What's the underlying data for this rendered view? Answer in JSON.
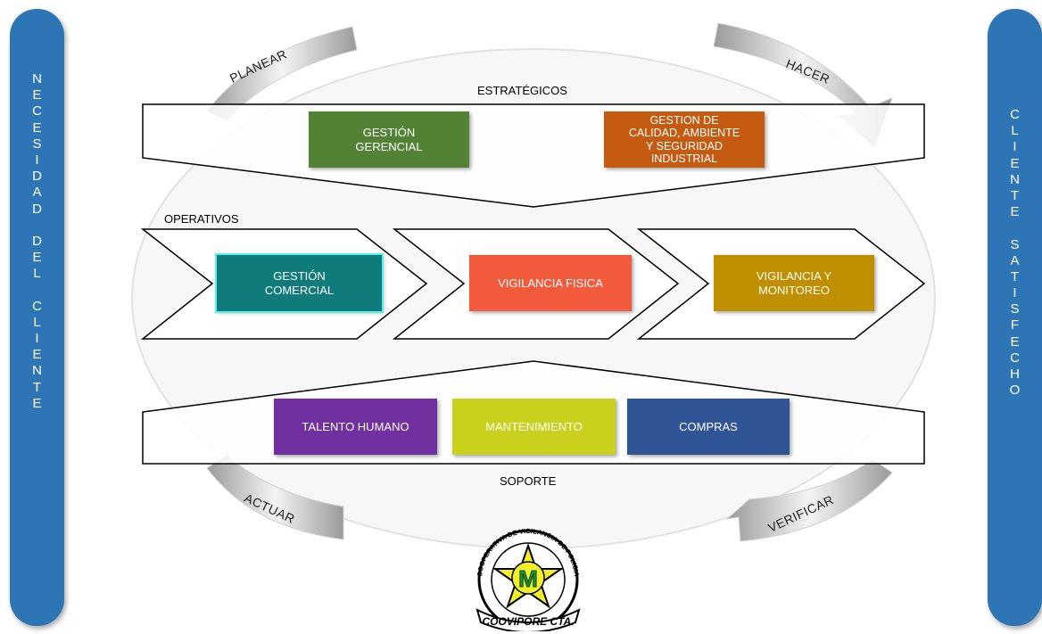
{
  "left_bar": {
    "text": "NECESIDAD DEL CLIENTE",
    "letters": [
      "N",
      "E",
      "C",
      "E",
      "S",
      "I",
      "D",
      "A",
      "D",
      "",
      "D",
      "E",
      "L",
      "",
      "C",
      "L",
      "I",
      "E",
      "N",
      "T",
      "E"
    ]
  },
  "right_bar": {
    "text": "CLIENTE SATISFECHO",
    "letters": [
      "C",
      "L",
      "I",
      "E",
      "N",
      "T",
      "E",
      "",
      "S",
      "A",
      "T",
      "I",
      "S",
      "F",
      "E",
      "C",
      "H",
      "O"
    ]
  },
  "cycle": {
    "planear": "PLANEAR",
    "hacer": "HACER",
    "verificar": "VERIFICAR",
    "actuar": "ACTUAR"
  },
  "sections": {
    "estrategicos": "ESTRATÉGICOS",
    "operativos": "OPERATIVOS",
    "soporte": "SOPORTE"
  },
  "boxes": {
    "gestion_gerencial": {
      "label": "GESTIÓN\nGERENCIAL",
      "color": "#548235"
    },
    "gestion_calidad": {
      "label": "GESTION DE\nCALIDAD, AMBIENTE\nY SEGURIDAD\nINDUSTRIAL",
      "color": "#c55a11"
    },
    "gestion_comercial": {
      "label": "GESTIÓN\nCOMERCIAL",
      "color": "#0f7b7b"
    },
    "vigilancia_fisica": {
      "label": "VIGILANCIA FISICA",
      "color": "#f25a3c"
    },
    "vigilancia_monitoreo": {
      "label": "VIGILANCIA Y\nMONITOREO",
      "color": "#bf8f00"
    },
    "talento_humano": {
      "label": "TALENTO HUMANO",
      "color": "#7030a0"
    },
    "mantenimiento": {
      "label": "MANTENIMIENTO",
      "color": "#c9d11c"
    },
    "compras": {
      "label": "COMPRAS",
      "color": "#2f5597"
    }
  },
  "logo": {
    "ring_text": "COOPERATIVA DE VIGILANCIA DE POLICIA RETIRADOS CTA.",
    "bottom_text": "COOVIPORE CTA.",
    "letter": "M"
  }
}
